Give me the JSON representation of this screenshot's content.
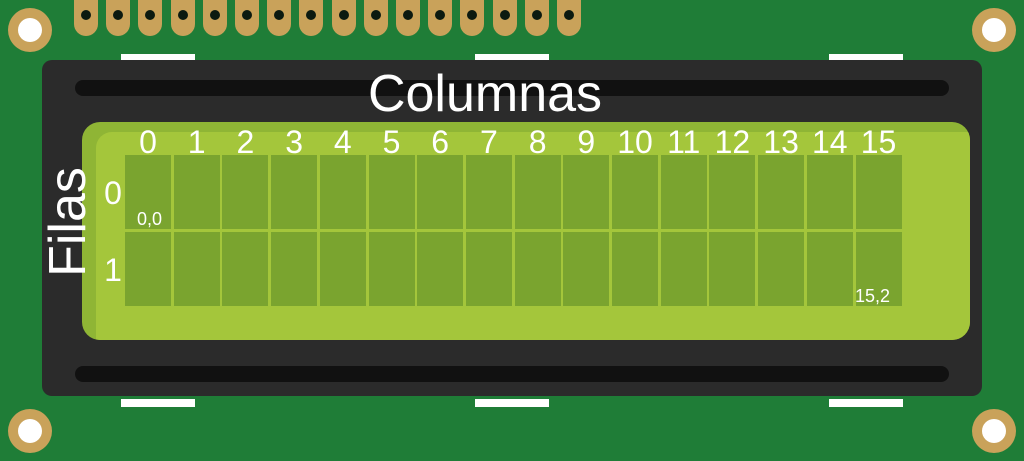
{
  "title": "Columnas",
  "row_axis_title": "Filas",
  "columns": [
    "0",
    "1",
    "2",
    "3",
    "4",
    "5",
    "6",
    "7",
    "8",
    "9",
    "10",
    "11",
    "12",
    "13",
    "14",
    "15"
  ],
  "rows": [
    "0",
    "1"
  ],
  "start_coordinate": "0,0",
  "end_coordinate": "15,2",
  "colors": {
    "board": "#1f7d37",
    "bezel": "#2b2b2b",
    "screen": "#a4c63b",
    "cell": "#7aa42f",
    "pin": "#c9a25a",
    "text": "#ffffff"
  }
}
